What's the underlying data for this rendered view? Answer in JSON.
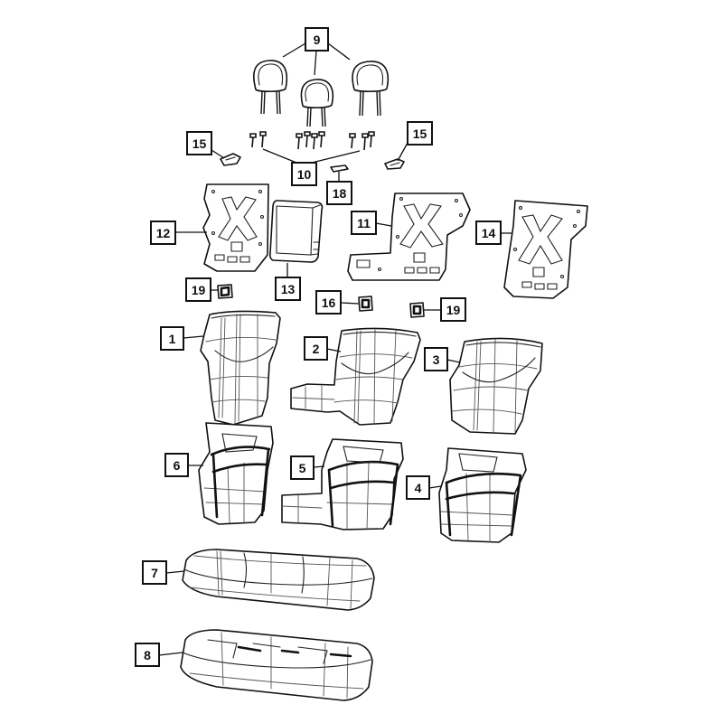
{
  "colors": {
    "line": "#111111",
    "background": "#ffffff"
  },
  "callouts": [
    "9",
    "15",
    "15",
    "10",
    "18",
    "12",
    "13",
    "11",
    "14",
    "19",
    "16",
    "19",
    "1",
    "2",
    "3",
    "6",
    "5",
    "4",
    "7",
    "8"
  ]
}
